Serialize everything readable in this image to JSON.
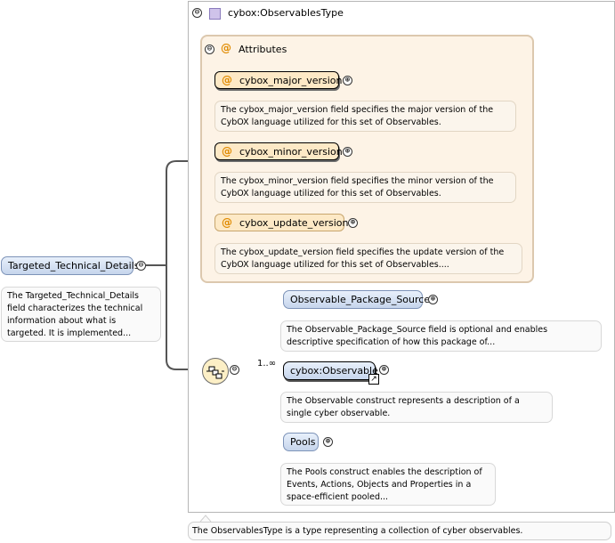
{
  "root_element": {
    "label": "Targeted_Technical_Details",
    "description": "The Targeted_Technical_Details field characterizes the technical information about what is targeted. It is implemented..."
  },
  "type": {
    "title": "cybox:ObservablesType",
    "description": "The ObservablesType is a type representing a collection of cyber observables."
  },
  "attributes": {
    "title": "Attributes",
    "items": [
      {
        "label": "cybox_major_version",
        "description": "The cybox_major_version field specifies the major version of the CybOX language utilized for this set of Observables."
      },
      {
        "label": "cybox_minor_version",
        "description": "The cybox_minor_version field specifies the minor version of the CybOX language utilized for this set of Observables."
      },
      {
        "label": "cybox_update_version",
        "description": "The cybox_update_version field specifies the update version of the CybOX language utilized for this set of Observables...."
      }
    ]
  },
  "sequence": {
    "multiplicity": "1..∞",
    "elements": [
      {
        "label": "Observable_Package_Source",
        "description": "The Observable_Package_Source field is optional and enables descriptive specification of how this package of..."
      },
      {
        "label": "cybox:Observable",
        "description": "The Observable construct represents a description of a single cyber observable."
      },
      {
        "label": "Pools",
        "description": "The Pools construct enables the description of Events, Actions, Objects and Properties in a space-efficient pooled..."
      }
    ]
  },
  "icons": {
    "collapse": "⊖",
    "expand": "⊕",
    "attribute_marker": "@",
    "reference": "↗"
  }
}
